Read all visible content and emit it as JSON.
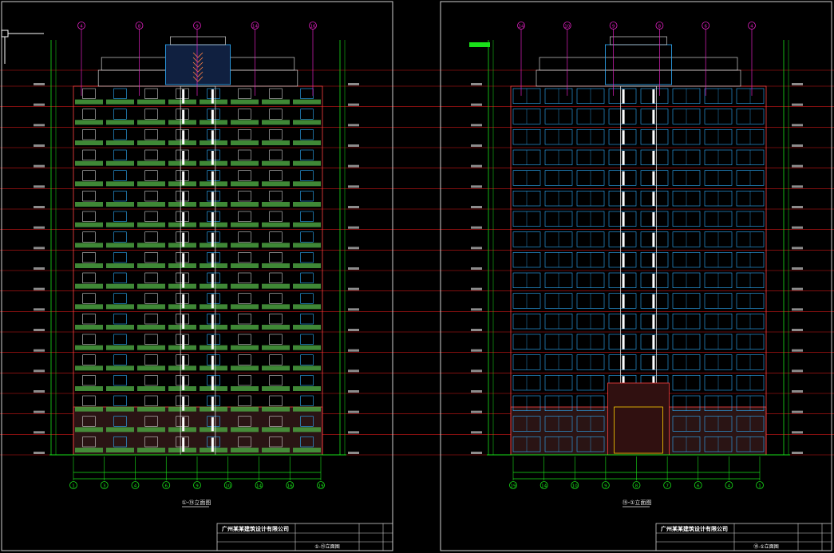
{
  "sheets": [
    {
      "id": "front",
      "caption": "①-⑲立面图",
      "axis_labels": [
        "1",
        "3",
        "4",
        "6",
        "9",
        "10",
        "14",
        "16",
        "19"
      ],
      "top_bubbles": [
        "4",
        "8",
        "9",
        "14",
        "16"
      ],
      "company": "广州某某建筑设计有限公司",
      "drawing_title": "①-⑲立面图"
    },
    {
      "id": "back",
      "caption": "⑲-①立面图",
      "axis_labels": [
        "19",
        "14",
        "10",
        "9",
        "8",
        "7",
        "6",
        "4",
        "1"
      ],
      "top_bubbles": [
        "14",
        "10",
        "9",
        "8",
        "6",
        "4"
      ],
      "company": "广州某某建筑设计有限公司",
      "drawing_title": "⑲-①立面图"
    }
  ],
  "colors": {
    "background": "#000000",
    "floor_line": "#d01818",
    "facade_line": "#ff4040",
    "balcony": "#4aa040",
    "window": "#30b0ff",
    "level_green": "#19e019",
    "tag_magenta": "#e020c0",
    "frame": "#d0d0d0",
    "title": "#ffffff"
  },
  "floors": 18
}
